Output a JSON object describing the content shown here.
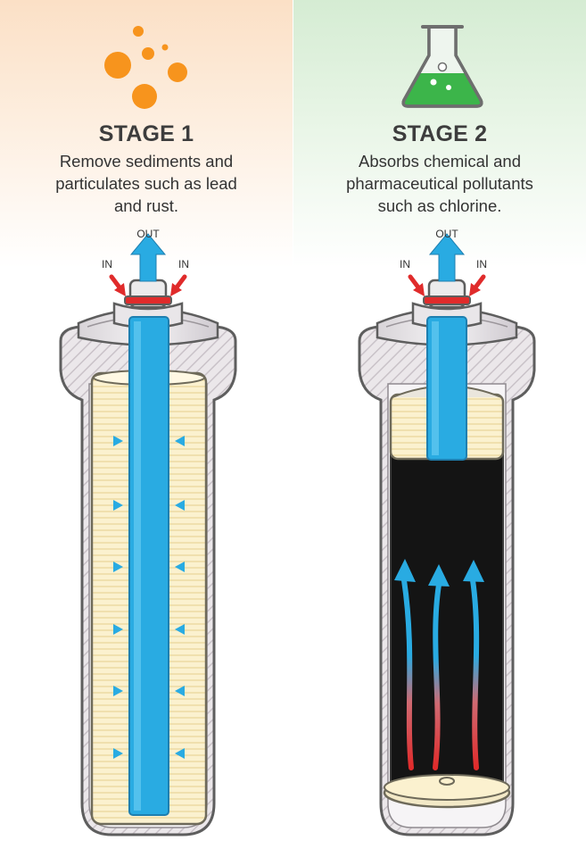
{
  "colors": {
    "stage1_bg": "#fbe0c6",
    "stage2_bg": "#d5ecd3",
    "sediment_orange": "#f7941d",
    "chemical_green": "#3cb54a",
    "water_blue": "#29abe2",
    "inlet_red": "#e02b2b",
    "filter_cream": "#fbf1cf",
    "carbon_black": "#141414"
  },
  "stage1": {
    "icon": "sediment-bubbles-icon",
    "title": "STAGE 1",
    "description": [
      "Remove sediments and",
      "particulates such as lead",
      "and rust."
    ],
    "labels": {
      "out": "OUT",
      "in_left": "IN",
      "in_right": "IN"
    },
    "filter": "sediment-filter-cartridge"
  },
  "stage2": {
    "icon": "chemistry-flask-icon",
    "title": "STAGE 2",
    "description": [
      "Absorbs chemical and",
      "pharmaceutical pollutants",
      "such as chlorine."
    ],
    "labels": {
      "out": "OUT",
      "in_left": "IN",
      "in_right": "IN"
    },
    "filter": "carbon-block-filter-cartridge"
  }
}
